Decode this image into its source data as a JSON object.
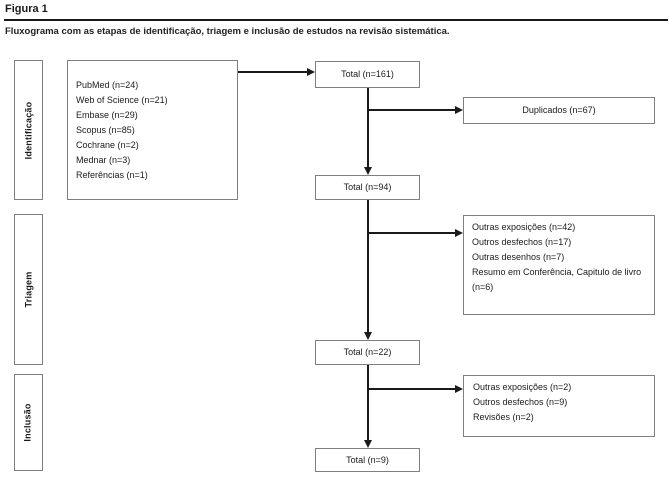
{
  "header": {
    "figure_label": "Figura 1",
    "caption": "Fluxograma com as etapas de identificação, triagem e inclusão de estudos na revisão sistemática."
  },
  "stages": {
    "identification": "Identificação",
    "screening": "Triagem",
    "inclusion": "Inclusão"
  },
  "sources": {
    "lines": [
      "PubMed (n=24)",
      "Web of Science (n=21)",
      "Embase (n=29)",
      "Scopus (n=85)",
      "Cochrane (n=2)",
      "Mednar (n=3)",
      "Referências (n=1)"
    ]
  },
  "totals": {
    "identified": "Total (n=161)",
    "after_duplicates": "Total (n=94)",
    "after_screening": "Total (n=22)",
    "included": "Total (n=9)"
  },
  "exclusions": {
    "duplicates": "Duplicados (n=67)",
    "screening": {
      "lines": [
        "Outras exposições (n=42)",
        "Outros desfechos (n=17)",
        "Outras desenhos (n=7)",
        "Resumo em Conferência, Capitulo de livro (n=6)"
      ]
    },
    "eligibility": {
      "lines": [
        "Outras exposições (n=2)",
        "Outros desfechos (n=9)",
        "Revisões (n=2)"
      ]
    }
  },
  "colors": {
    "box_border": "#7f7f7f",
    "connector": "#1a1a1a",
    "text": "#1a1a1a",
    "background": "#ffffff"
  }
}
